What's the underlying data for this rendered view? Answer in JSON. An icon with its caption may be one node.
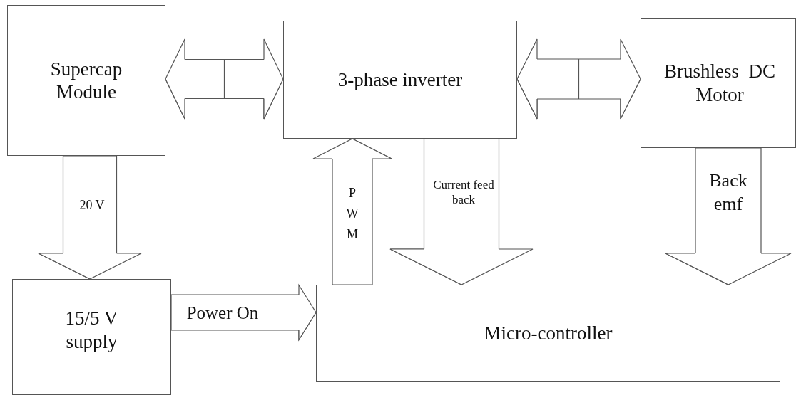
{
  "diagram": {
    "nodes": [
      {
        "text": [
          "Supercap Module"
        ]
      },
      {
        "text": [
          "3-phase inverter"
        ]
      },
      {
        "text": [
          "Brushless  DC Motor"
        ]
      },
      {
        "text": [
          "15/5 V supply"
        ]
      },
      {
        "text": [
          "Micro-controller"
        ]
      }
    ],
    "edges": [
      {
        "from": 0,
        "to": 1,
        "arrow": "both"
      },
      {
        "from": 1,
        "to": 2,
        "arrow": "both"
      },
      {
        "from": 0,
        "to": 3,
        "arrow": "to",
        "label": "20 V"
      },
      {
        "from": 4,
        "to": 1,
        "arrow": "to",
        "label": "PWM"
      },
      {
        "from": 1,
        "to": 4,
        "arrow": "to",
        "label": "Current feed back"
      },
      {
        "from": 2,
        "to": 4,
        "arrow": "to",
        "label": "Back emf"
      },
      {
        "from": 3,
        "to": 4,
        "arrow": "to",
        "label": "Power On"
      }
    ]
  }
}
